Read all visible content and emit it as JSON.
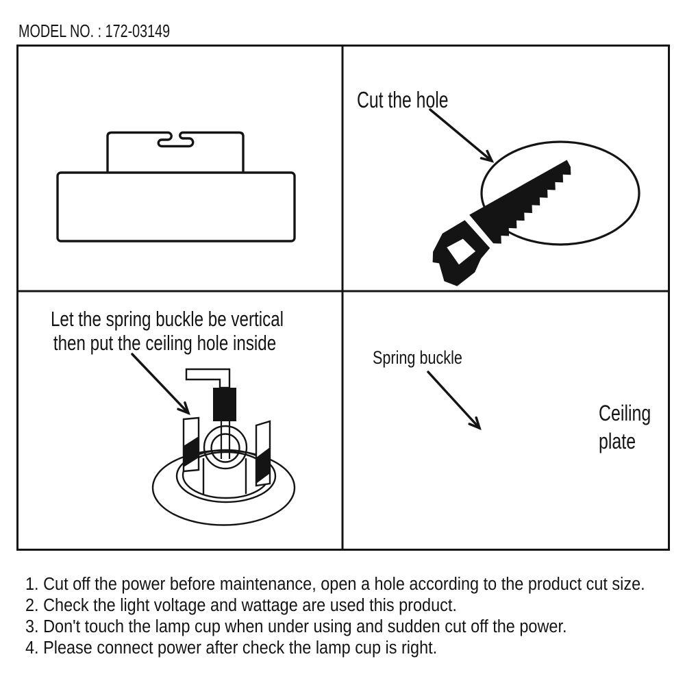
{
  "page": {
    "background": "#ffffff",
    "ink": "#141414"
  },
  "header": {
    "model_no": "MODEL NO. : 172-03149"
  },
  "panels": {
    "lamp_side_view": {
      "icon": "recessed-lamp-side-view-icon"
    },
    "cut_hole": {
      "label": "Cut the hole",
      "icon": "hand-saw-icon",
      "shape": "hole-ellipse"
    },
    "spring_buckle_step": {
      "label_line1": "Let the spring buckle be vertical",
      "label_line2": "then put the ceiling hole inside",
      "icon": "downlight-with-spring-buckles-icon"
    },
    "labels_panel": {
      "spring_buckle_label": "Spring buckle",
      "ceiling_plate_line1": "Ceiling",
      "ceiling_plate_line2": "plate"
    }
  },
  "instructions": {
    "items": [
      "1. Cut off the power before maintenance, open a hole according to the product cut size.",
      "2. Check the light voltage and wattage are used this product.",
      "3. Don't touch the lamp cup when under using and sudden cut off the power.",
      "4. Please connect power after check the lamp cup is right."
    ]
  }
}
